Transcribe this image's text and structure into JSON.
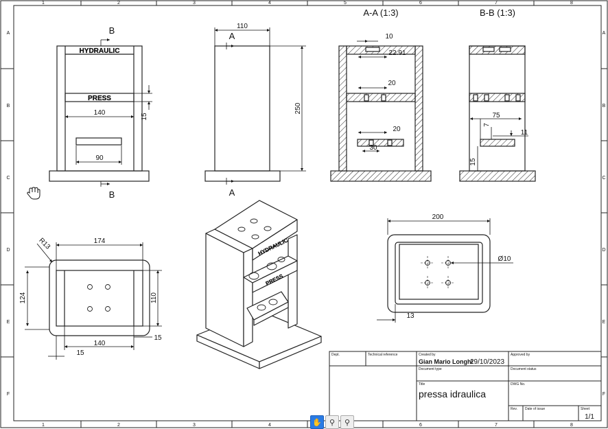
{
  "frame": {
    "columns": [
      "1",
      "2",
      "3",
      "4",
      "5",
      "6",
      "7",
      "8"
    ],
    "rows": [
      "A",
      "B",
      "C",
      "D",
      "E",
      "F"
    ]
  },
  "section_titles": {
    "aa": "A-A (1:3)",
    "bb": "B-B (1:3)"
  },
  "front_view": {
    "label_top": "HYDRAULIC",
    "label_mid": "PRESS",
    "section_mark_top": "B",
    "section_mark_bottom": "B",
    "dims": {
      "width": "140",
      "thick": "15",
      "slot": "90"
    }
  },
  "side_view": {
    "section_mark_top": "A",
    "section_mark_bottom": "A",
    "dims": {
      "width": "110",
      "height": "250"
    }
  },
  "section_aa": {
    "dims": {
      "d10": "10",
      "d2291": "22.91",
      "d20a": "20",
      "d20b": "20",
      "d30": "30"
    }
  },
  "section_bb": {
    "dims": {
      "d75": "75",
      "d7": "7",
      "d11": "11",
      "d15": "15"
    }
  },
  "top_view": {
    "dims": {
      "w174": "174",
      "h124": "124",
      "w140": "140",
      "h110": "110",
      "d15a": "15",
      "d15b": "15",
      "r13": "R13"
    }
  },
  "iso_view": {
    "label_top": "HYDRAULIC",
    "label_mid": "PRESS"
  },
  "base_view": {
    "dims": {
      "w200": "200",
      "dia": "Ø10",
      "d13": "13"
    }
  },
  "title_block": {
    "dept_label": "Dept.",
    "tech_ref_label": "Technical reference",
    "created_by_label": "Created by",
    "created_by_value": "Gian Mario Longhi",
    "date_value": "29/10/2023",
    "approved_by_label": "Approved by",
    "doc_type_label": "Document type",
    "doc_status_label": "Document status",
    "title_label": "Title",
    "title_value": "pressa idraulica",
    "dwg_label": "DWG No.",
    "rev_label": "Rev.",
    "date_issue_label": "Date of issue",
    "sheet_label": "Sheet",
    "sheet_value": "1/1"
  },
  "toolbar": {
    "icons": [
      "pan-icon",
      "zoom-in-icon",
      "zoom-fit-icon"
    ]
  }
}
